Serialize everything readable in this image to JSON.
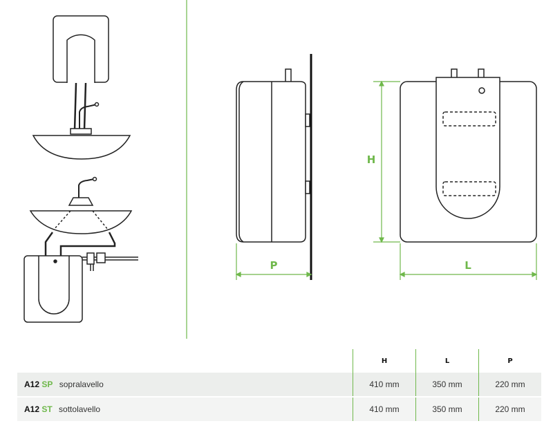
{
  "accent_color": "#6fb84b",
  "diagram": {
    "depth_label": "P",
    "height_label": "H",
    "length_label": "L"
  },
  "table": {
    "headers": [
      "H",
      "L",
      "P"
    ],
    "rows": [
      {
        "code": "A12",
        "suffix": "SP",
        "name": "sopralavello",
        "h": "410 mm",
        "l": "350 mm",
        "p": "220 mm"
      },
      {
        "code": "A12",
        "suffix": "ST",
        "name": "sottolavello",
        "h": "410 mm",
        "l": "350 mm",
        "p": "220 mm"
      }
    ]
  }
}
